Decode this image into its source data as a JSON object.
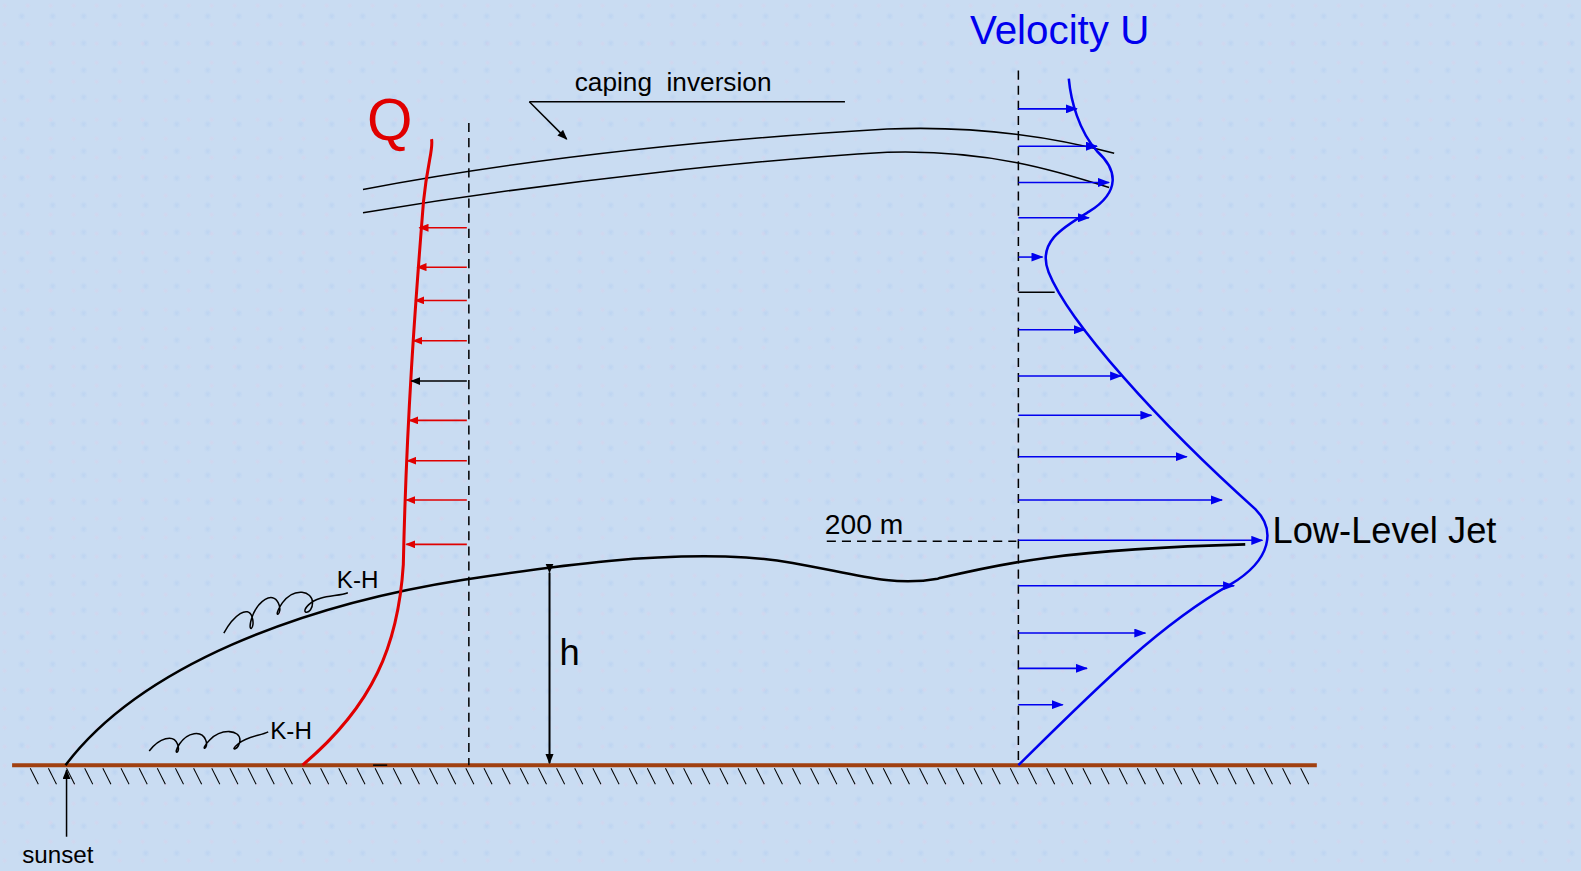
{
  "diagram": {
    "labels": [
      "Velocity U",
      "caping  inversion",
      "Q",
      "K-H",
      "K-H",
      "h",
      "200 m",
      "Low-Level Jet",
      "sunset"
    ]
  }
}
